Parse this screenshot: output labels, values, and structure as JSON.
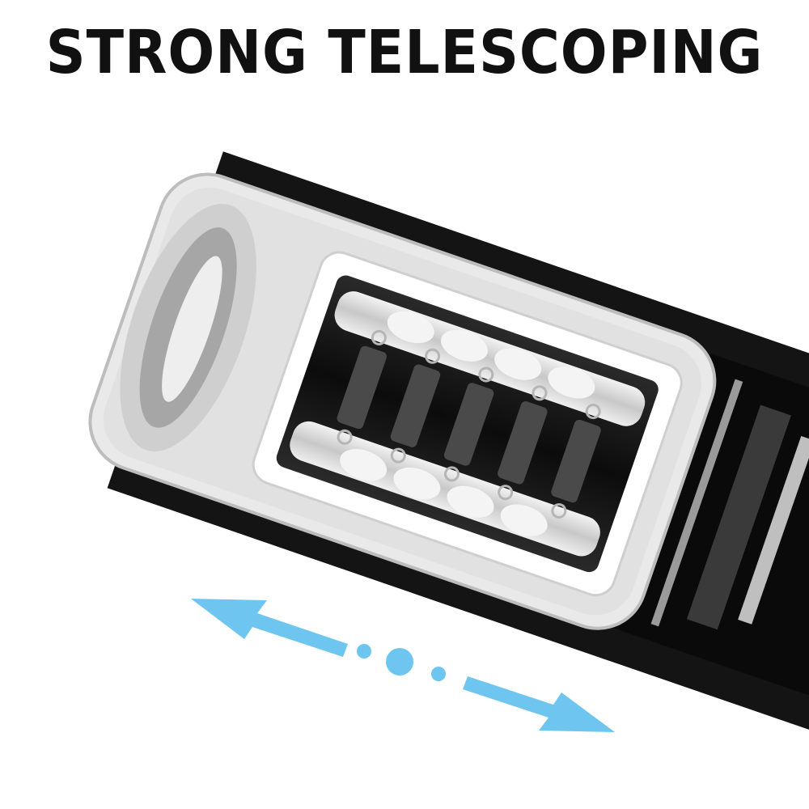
{
  "headline": "STRONG TELESCOPING",
  "colors": {
    "text": "#111111",
    "housing": "#1a1a1a",
    "sleeve_frame": "#ffffff",
    "arrow": "#6ec5f0"
  },
  "illustration": {
    "subject": "telescoping-device-cross-section",
    "motion": "bidirectional",
    "icons": [
      "double-arrow-icon",
      "motion-dots-icon"
    ]
  }
}
